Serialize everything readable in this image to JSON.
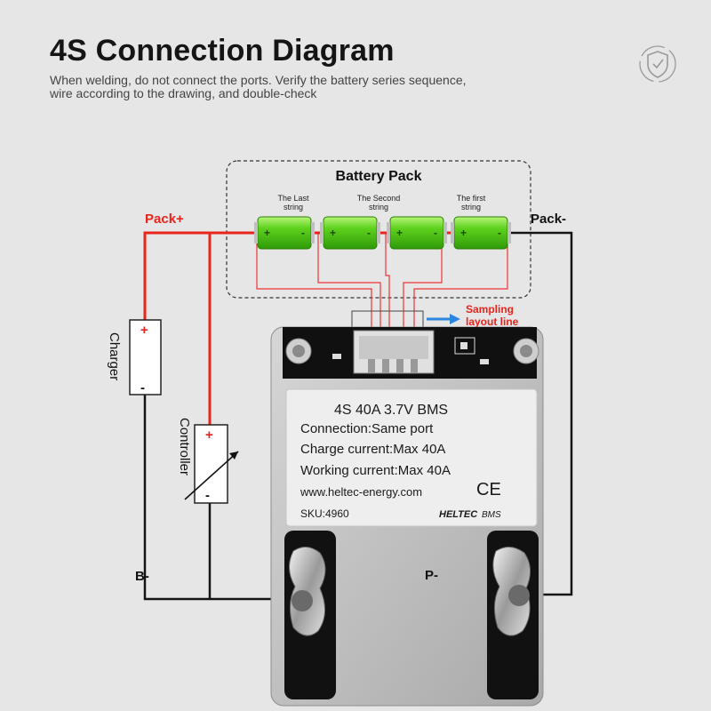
{
  "header": {
    "title": "4S Connection Diagram",
    "subtitle_line1": "When welding, do not connect the ports. Verify the battery series sequence,",
    "subtitle_line2": "wire according to the drawing, and double-check"
  },
  "battery_pack": {
    "title": "Battery Pack",
    "cells": [
      {
        "label_line1": "The Last",
        "label_line2": "string"
      },
      {
        "label_line1": "The Second",
        "label_line2": "string"
      },
      {
        "label_line1": "",
        "label_line2": ""
      },
      {
        "label_line1": "The first",
        "label_line2": "string"
      }
    ],
    "plus_sign": "+",
    "minus_sign": "-"
  },
  "terminals": {
    "pack_plus": "Pack+",
    "pack_minus": "Pack-",
    "b_minus": "B-",
    "p_minus": "P-"
  },
  "sampling": {
    "line1": "Sampling",
    "line2": "layout line"
  },
  "charger": {
    "label": "Charger",
    "plus": "+",
    "minus": "-"
  },
  "controller": {
    "label": "Controller",
    "plus": "+",
    "minus": "-"
  },
  "bms_label": {
    "model": "4S 40A 3.7V BMS",
    "connection": "Connection:Same port",
    "charge_current": "Charge current:Max 40A",
    "working_current": "Working current:Max 40A",
    "website": "www.heltec-energy.com",
    "ce_mark": "CE",
    "sku": "SKU:4960",
    "brand": "HELTEC",
    "brand_suffix": "BMS"
  },
  "colors": {
    "background": "#e6e6e6",
    "red_wire": "#e8241c",
    "black_wire": "#141414",
    "cell_green": "#57d21a",
    "sampling_blue": "#2a86e0",
    "bms_case": "#bfbfbf",
    "bms_label": "#ececec"
  },
  "icons": {
    "badge": "shield-check-icon"
  }
}
